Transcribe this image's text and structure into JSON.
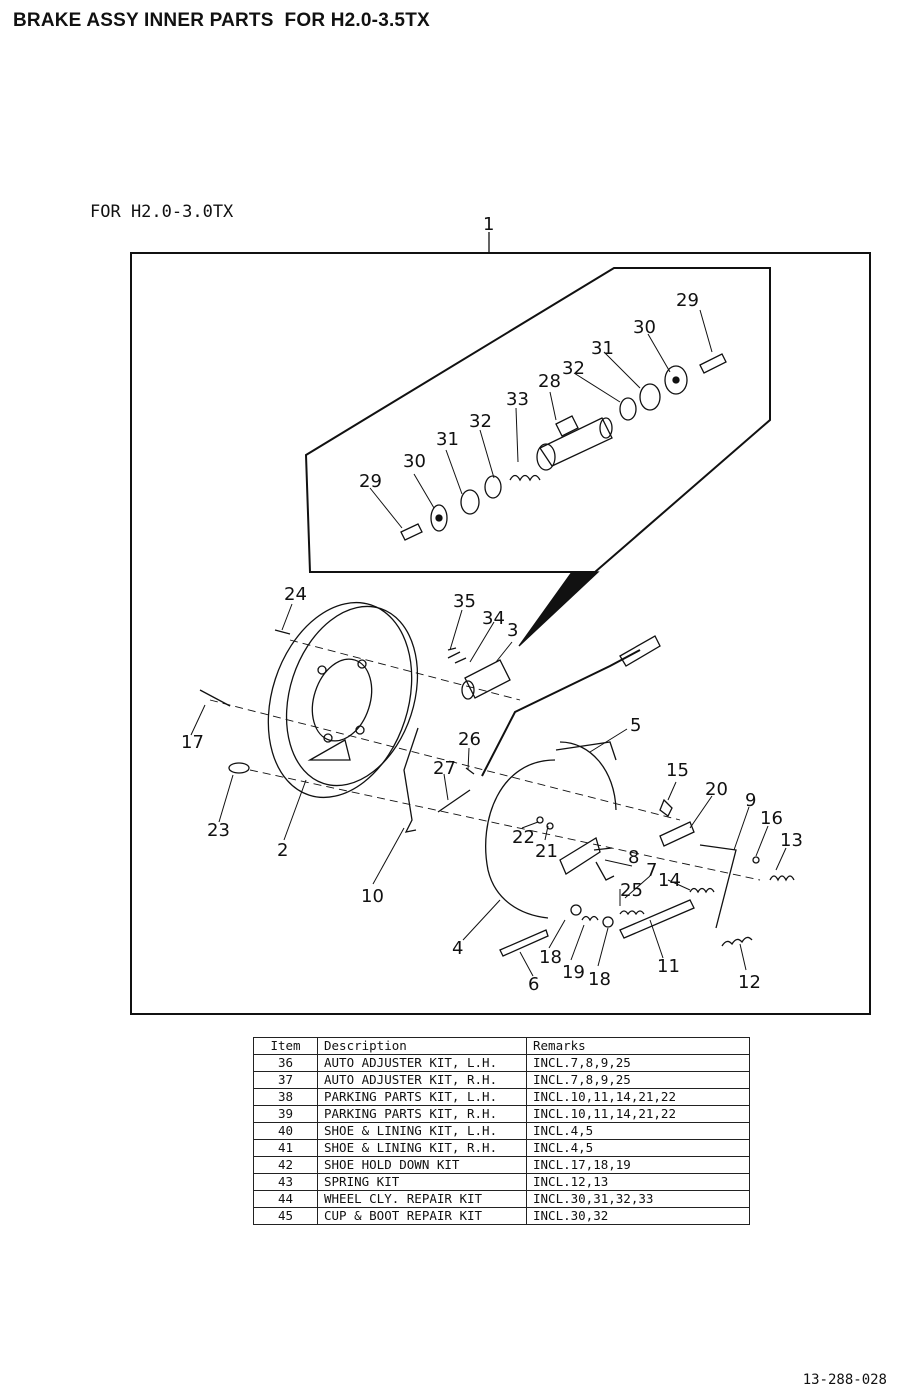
{
  "header": {
    "title": "BRAKE ASSY INNER PARTS  FOR H2.0-3.5TX"
  },
  "diagram": {
    "subtitle": "FOR H2.0-3.0TX",
    "callouts": {
      "c1": "1",
      "c2": "2",
      "c3": "3",
      "c4": "4",
      "c5": "5",
      "c6": "6",
      "c7": "7",
      "c8": "8",
      "c9": "9",
      "c10": "10",
      "c11": "11",
      "c12": "12",
      "c13": "13",
      "c14": "14",
      "c15": "15",
      "c16": "16",
      "c17": "17",
      "c18a": "18",
      "c18b": "18",
      "c19": "19",
      "c20": "20",
      "c21": "21",
      "c22": "22",
      "c23": "23",
      "c24": "24",
      "c25": "25",
      "c26": "26",
      "c27": "27",
      "c28": "28",
      "c29a": "29",
      "c29b": "29",
      "c30a": "30",
      "c30b": "30",
      "c31a": "31",
      "c31b": "31",
      "c32a": "32",
      "c32b": "32",
      "c33": "33",
      "c34": "34",
      "c35": "35"
    }
  },
  "parts_table": {
    "headers": [
      "Item",
      "Description",
      "Remarks"
    ],
    "rows": [
      {
        "item": "36",
        "description": "AUTO ADJUSTER KIT, L.H.",
        "remarks": "INCL.7,8,9,25"
      },
      {
        "item": "37",
        "description": "AUTO ADJUSTER KIT, R.H.",
        "remarks": "INCL.7,8,9,25"
      },
      {
        "item": "38",
        "description": "PARKING PARTS KIT, L.H.",
        "remarks": "INCL.10,11,14,21,22"
      },
      {
        "item": "39",
        "description": "PARKING PARTS KIT, R.H.",
        "remarks": "INCL.10,11,14,21,22"
      },
      {
        "item": "40",
        "description": "SHOE & LINING KIT, L.H.",
        "remarks": "INCL.4,5"
      },
      {
        "item": "41",
        "description": "SHOE & LINING KIT, R.H.",
        "remarks": "INCL.4,5"
      },
      {
        "item": "42",
        "description": "SHOE HOLD DOWN KIT",
        "remarks": "INCL.17,18,19"
      },
      {
        "item": "43",
        "description": "SPRING KIT",
        "remarks": "INCL.12,13"
      },
      {
        "item": "44",
        "description": "WHEEL CLY. REPAIR KIT",
        "remarks": "INCL.30,31,32,33"
      },
      {
        "item": "45",
        "description": "CUP & BOOT REPAIR KIT",
        "remarks": "INCL.30,32"
      }
    ]
  },
  "footer": {
    "page_code": "13-288-028"
  }
}
